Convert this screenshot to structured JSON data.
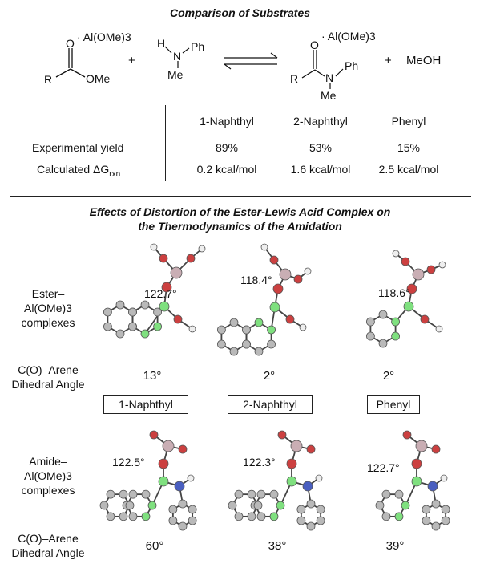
{
  "top": {
    "title": "Comparison of Substrates",
    "reaction": {
      "ester": {
        "lewis_acid": "Al(OMe)3",
        "o": "O",
        "r": "R",
        "ome": "OMe"
      },
      "plus1": "+",
      "amine": {
        "h": "H",
        "n": "N",
        "ph": "Ph",
        "me": "Me"
      },
      "amide": {
        "lewis_acid": "Al(OMe)3",
        "o": "O",
        "r": "R",
        "n": "N",
        "ph": "Ph",
        "me": "Me"
      },
      "plus2": "+",
      "byproduct": "MeOH"
    },
    "table": {
      "columns": [
        "1-Naphthyl",
        "2-Naphthyl",
        "Phenyl"
      ],
      "rows": [
        {
          "label": "Experimental yield",
          "values": [
            "89%",
            "53%",
            "15%"
          ]
        },
        {
          "label_prefix": "Calculated ",
          "label_symbol": "ΔG",
          "label_sub": "rxn",
          "values": [
            "0.2 kcal/mol",
            "1.6 kcal/mol",
            "2.5 kcal/mol"
          ]
        }
      ]
    }
  },
  "bottom": {
    "title_line1": "Effects of Distortion of the Ester-Lewis Acid Complex on",
    "title_line2": "the Thermodynamics of the Amidation",
    "ester_label": [
      "Ester–",
      "Al(OMe)3",
      "complexes"
    ],
    "ester_angles": [
      "122.7°",
      "118.4°",
      "118.6°"
    ],
    "dihedral_label": [
      "C(O)–Arene",
      "Dihedral Angle"
    ],
    "ester_dihedrals": [
      "13°",
      "2°",
      "2°"
    ],
    "substrates": [
      "1-Naphthyl",
      "2-Naphthyl",
      "Phenyl"
    ],
    "amide_label": [
      "Amide–",
      "Al(OMe)3",
      "complexes"
    ],
    "amide_angles": [
      "122.5°",
      "122.3°",
      "122.7°"
    ],
    "amide_dihedrals": [
      "60°",
      "38°",
      "39°"
    ]
  },
  "colors": {
    "carbon": "#b9b9b9",
    "aryl_carbon": "#7fe07f",
    "oxygen": "#cc4040",
    "aluminum": "#c9aeb4",
    "nitrogen": "#4a5fc0",
    "hydrogen": "#eeeeee"
  }
}
